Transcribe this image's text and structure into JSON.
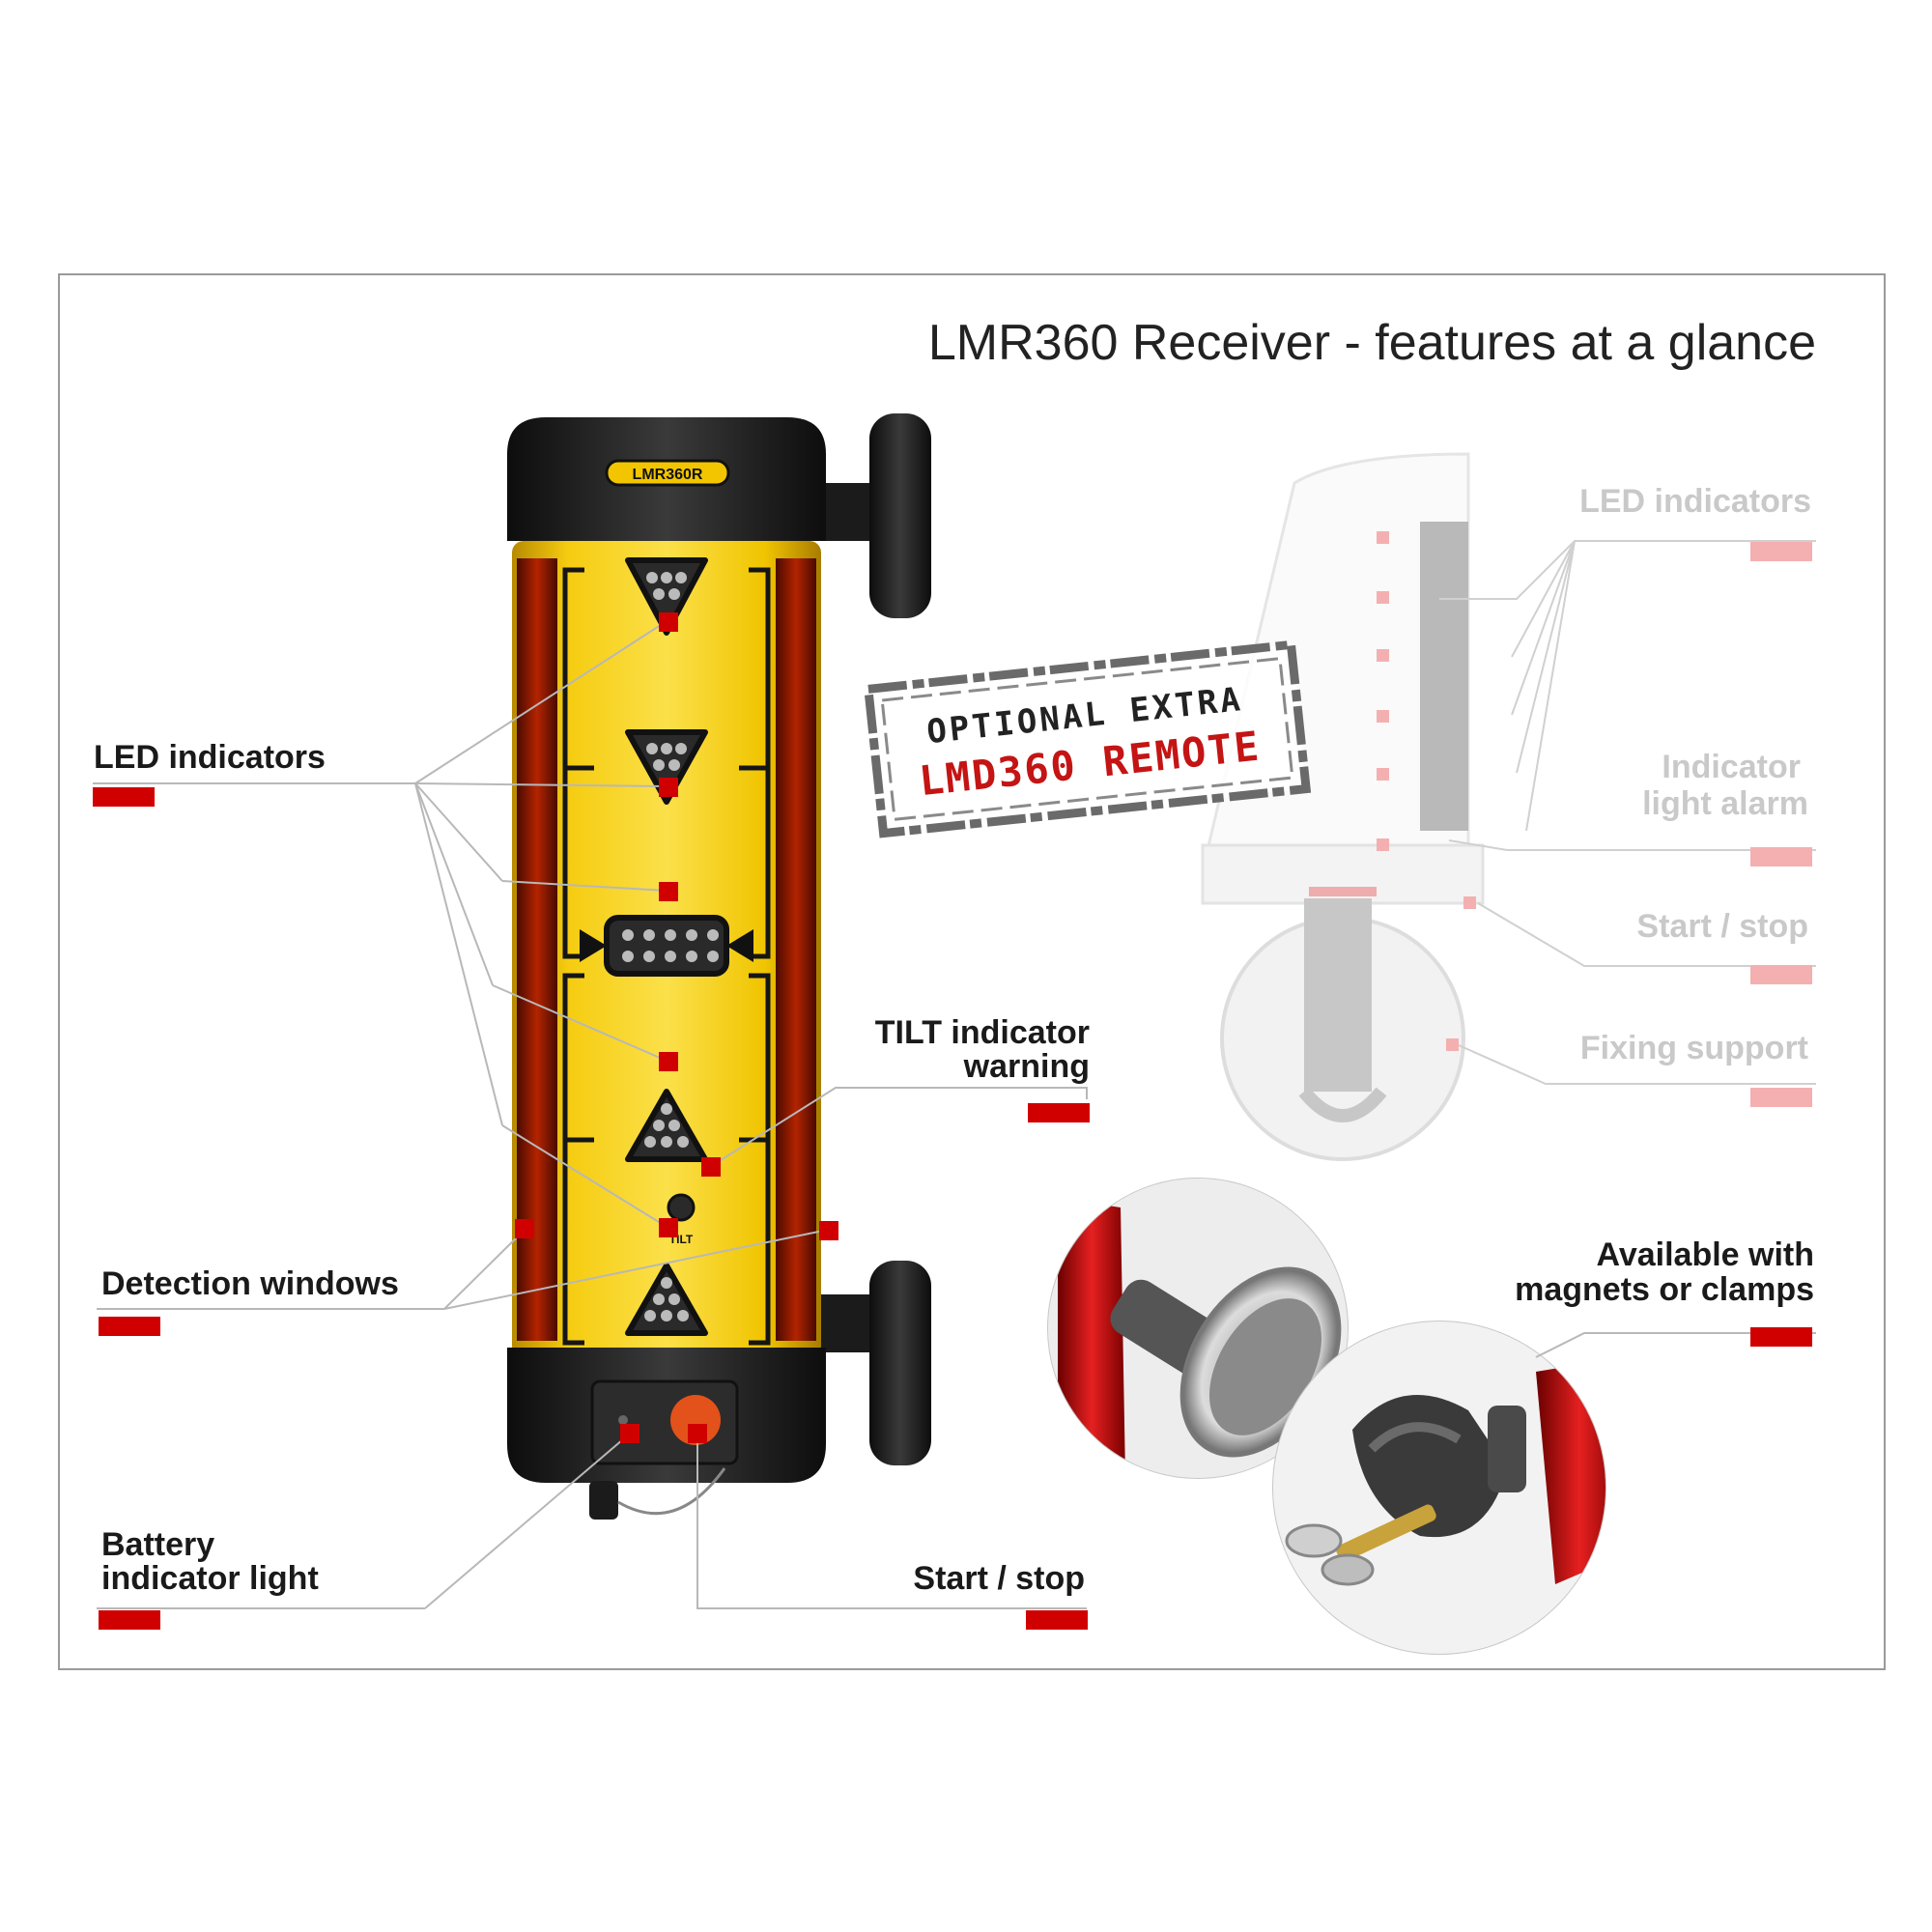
{
  "title": "LMR360 Receiver - features at a glance",
  "device": {
    "model_badge": "LMR360R",
    "tilt_label": "TILT"
  },
  "callouts_main": {
    "led_indicators": "LED indicators",
    "detection_windows": "Detection windows",
    "battery_line1": "Battery",
    "battery_line2": "indicator light",
    "tilt_line1": "TILT indicator",
    "tilt_line2": "warning",
    "start_stop": "Start / stop"
  },
  "stamp": {
    "line1": "OPTIONAL EXTRA",
    "line2": "LMD360 REMOTE"
  },
  "callouts_remote": {
    "led_indicators": "LED indicators",
    "alarm_line1": "Indicator",
    "alarm_line2": "light alarm",
    "start_stop": "Start / stop",
    "fixing_support": "Fixing support"
  },
  "callouts_mount": {
    "line1": "Available with",
    "line2": "magnets or clamps"
  },
  "colors": {
    "marker_red": "#d10000",
    "marker_faded": "#f4b0b0",
    "housing_yellow": "#f2c500",
    "housing_black": "#1c1c1c",
    "window_red": "#7a1a00",
    "frame_gray": "#9a9a9a"
  }
}
